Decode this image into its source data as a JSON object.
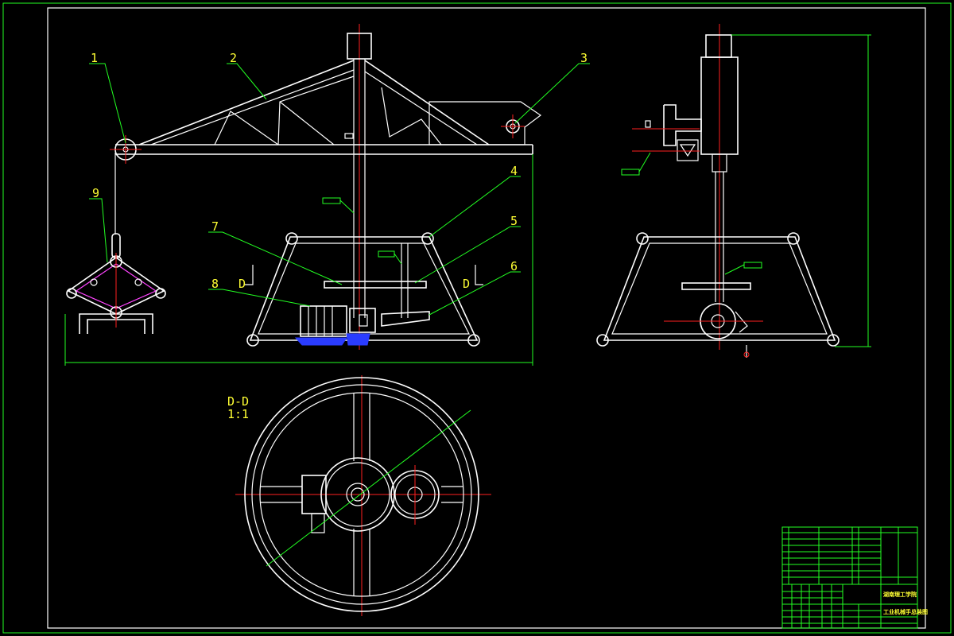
{
  "drawing": {
    "part_labels": [
      "1",
      "2",
      "3",
      "4",
      "5",
      "6",
      "7",
      "8",
      "9"
    ],
    "section_label": "D",
    "section_title": "D-D",
    "section_scale": "1:1",
    "title_block": {
      "school": "湖南理工学院",
      "drawing_name": "工业机械手总装图"
    }
  },
  "colors": {
    "background": "#000000",
    "lines": "#ffffff",
    "center_lines": "#ff2020",
    "leaders": "#22ff22",
    "text": "#ffff33",
    "motor_base": "#2a3cff",
    "linkage": "#ff44ff"
  }
}
